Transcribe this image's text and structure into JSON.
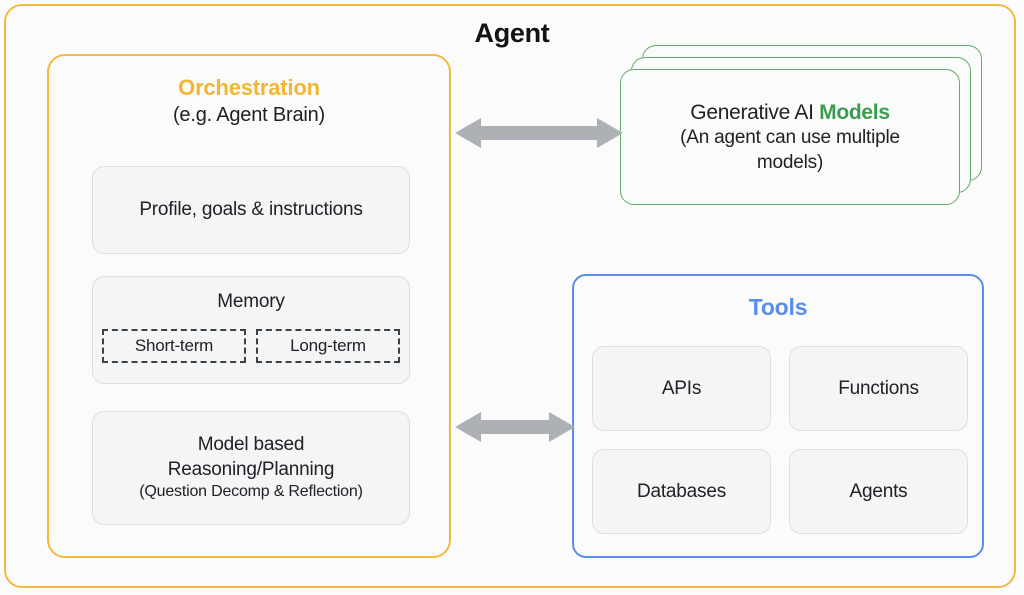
{
  "diagram": {
    "title": "Agent",
    "colors": {
      "agent_border": "#f3b93f",
      "orchestration_accent": "#f2b636",
      "models_accent": "#3c9b4e",
      "models_border": "#62ac66",
      "tools_accent": "#5b8def",
      "card_fill": "#f4f5f6",
      "card_border": "#dcdee1",
      "arrow": "#adb0b5",
      "background": "#fbfbfb",
      "text": "#202124"
    }
  },
  "orchestration": {
    "title": "Orchestration",
    "subtitle": "(e.g. Agent Brain)",
    "profile_card": {
      "label": "Profile, goals & instructions"
    },
    "memory_card": {
      "title": "Memory",
      "chips": [
        {
          "label": "Short-term"
        },
        {
          "label": "Long-term"
        }
      ]
    },
    "reasoning_card": {
      "line1": "Model based",
      "line2": "Reasoning/Planning",
      "line3": "(Question Decomp & Reflection)"
    }
  },
  "models": {
    "heading_prefix": "Generative AI ",
    "heading_strong": "Models",
    "subtitle_line1": "(An agent can use multiple",
    "subtitle_line2": "models)",
    "stack_count": 3
  },
  "tools": {
    "title": "Tools",
    "items": [
      {
        "label": "APIs"
      },
      {
        "label": "Functions"
      },
      {
        "label": "Databases"
      },
      {
        "label": "Agents"
      }
    ]
  },
  "connectors": [
    {
      "name": "orchestration-to-models",
      "direction": "bidirectional"
    },
    {
      "name": "orchestration-to-tools",
      "direction": "bidirectional"
    }
  ]
}
